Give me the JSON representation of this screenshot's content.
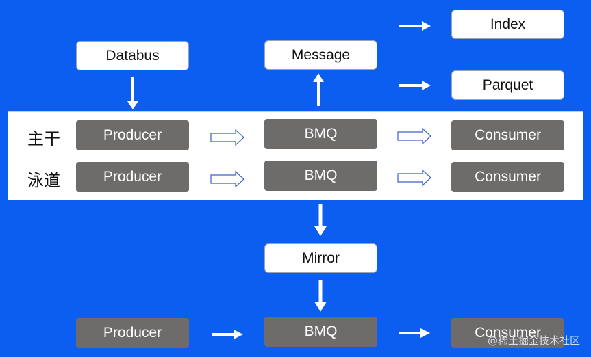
{
  "top_boxes": {
    "databus": "Databus",
    "message": "Message",
    "index": "Index",
    "parquet": "Parquet"
  },
  "lanes": [
    {
      "label": "主干",
      "producer": "Producer",
      "bmq": "BMQ",
      "consumer": "Consumer"
    },
    {
      "label": "泳道",
      "producer": "Producer",
      "bmq": "BMQ",
      "consumer": "Consumer"
    }
  ],
  "mirror": "Mirror",
  "bottom_row": {
    "producer": "Producer",
    "bmq": "BMQ",
    "consumer": "Consumer"
  },
  "watermark": "@稀土掘金技术社区",
  "colors": {
    "background": "#0b5ef0",
    "gray_box": "#6e6b6b",
    "white_box": "#ffffff"
  }
}
